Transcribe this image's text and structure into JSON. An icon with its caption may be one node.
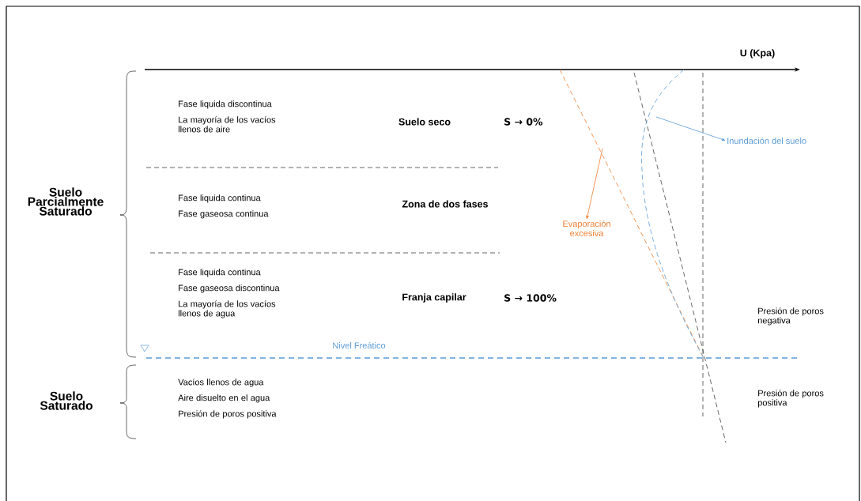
{
  "diagram": {
    "nodes": [
      {
        "text": [
          "Inundación del suelo"
        ]
      },
      {
        "text": [
          "Evaporación excesiva"
        ]
      }
    ],
    "edges": [
      {
        "from": null,
        "to": 0,
        "arrow": "to",
        "color": "#5b9bd5"
      },
      {
        "from": null,
        "to": 1,
        "arrow": "to",
        "color": "#ed7d31"
      }
    ],
    "labels": [
      "U (Kpa)",
      "Suelo Parcialmente Saturado",
      "Fase liquida discontinua",
      "La mayoría de los vacíos llenos de aire",
      "Suelo seco",
      "S → 0%",
      "Fase liquida continua",
      "Fase gaseosa continua",
      "Zona de dos fases",
      "Fase liquida continua",
      "Fase gaseosa discontinua",
      "La mayoría de los vacíos llenos de agua",
      "Franja capilar",
      "S → 100%",
      "Presión de poros negativa",
      "Nivel Freático",
      "Suelo Saturado",
      "Vacíos llenos de agua",
      "Aire disuelto en el agua",
      "Presión de poros positiva",
      "Presión de poros positiva"
    ]
  }
}
